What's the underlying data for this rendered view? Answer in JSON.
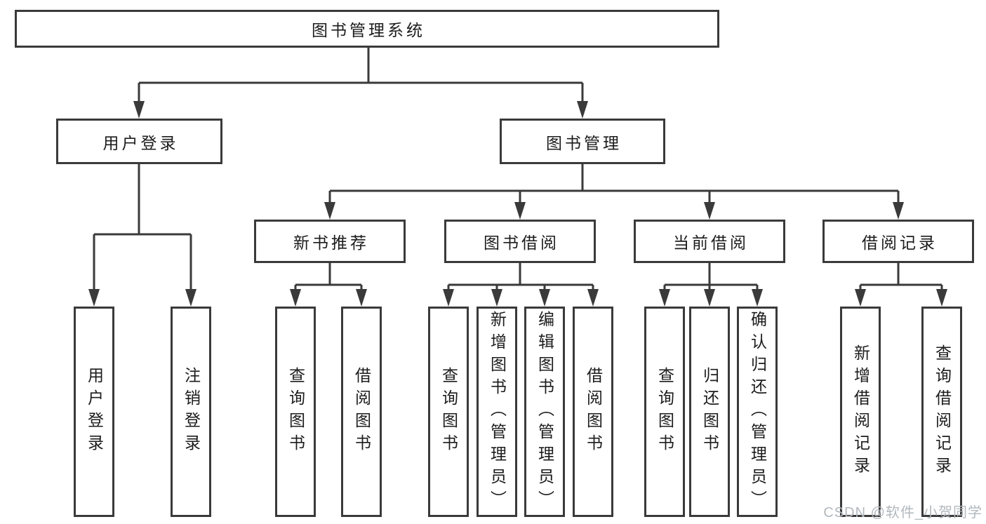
{
  "colors": {
    "line": "#3a3a3a",
    "text": "#1c1c1c",
    "watermark": "#b2b8be",
    "background": "#ffffff"
  },
  "tree": {
    "label": "图书管理系统",
    "children": [
      {
        "label": "用户登录",
        "children": [
          {
            "label": "用户登录"
          },
          {
            "label": "注销登录"
          }
        ]
      },
      {
        "label": "图书管理",
        "children": [
          {
            "label": "新书推荐",
            "children": [
              {
                "label": "查询图书"
              },
              {
                "label": "借阅图书"
              }
            ]
          },
          {
            "label": "图书借阅",
            "children": [
              {
                "label": "查询图书"
              },
              {
                "label": "新增图书（管理员）"
              },
              {
                "label": "编辑图书（管理员）"
              },
              {
                "label": "借阅图书"
              }
            ]
          },
          {
            "label": "当前借阅",
            "children": [
              {
                "label": "查询图书"
              },
              {
                "label": "归还图书"
              },
              {
                "label": "确认归还（管理员）"
              }
            ]
          },
          {
            "label": "借阅记录",
            "children": [
              {
                "label": "新增借阅记录"
              },
              {
                "label": "查询借阅记录"
              }
            ]
          }
        ]
      }
    ]
  },
  "watermark": "CSDN @软件_小贺同学"
}
